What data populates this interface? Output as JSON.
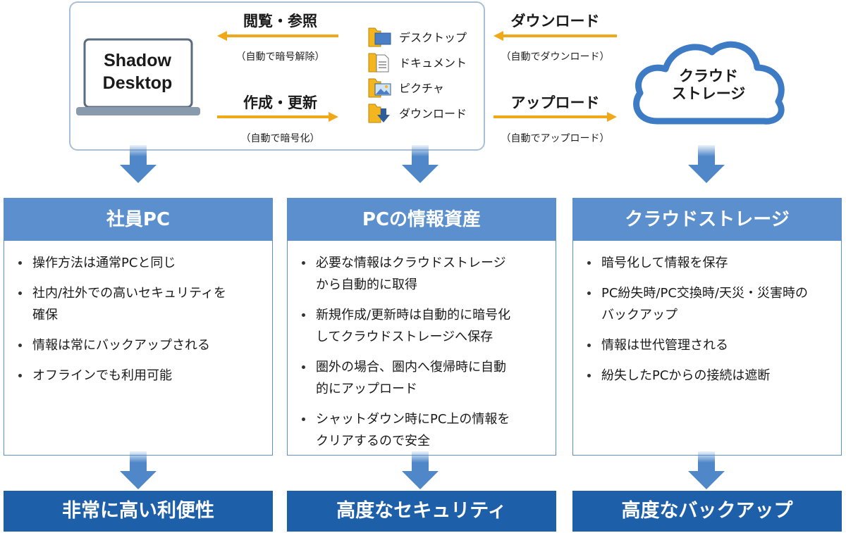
{
  "top": {
    "device_label": [
      "Shadow",
      "Desktop"
    ],
    "left_arrows": [
      {
        "title": "閲覧・参照",
        "note": "（自動で暗号解除）",
        "direction": "left"
      },
      {
        "title": "作成・更新",
        "note": "（自動で暗号化）",
        "direction": "right"
      }
    ],
    "folders": [
      {
        "label": "デスクトップ",
        "icon": "folder-desktop-icon"
      },
      {
        "label": "ドキュメント",
        "icon": "folder-document-icon"
      },
      {
        "label": "ピクチャ",
        "icon": "folder-picture-icon"
      },
      {
        "label": "ダウンロード",
        "icon": "folder-download-icon"
      }
    ],
    "right_arrows": [
      {
        "title": "ダウンロード",
        "note": "（自動でダウンロード）",
        "direction": "left"
      },
      {
        "title": "アップロード",
        "note": "（自動でアップロード）",
        "direction": "right"
      }
    ],
    "cloud_label": [
      "クラウド",
      "ストレージ"
    ]
  },
  "panels": [
    {
      "title": "社員PC",
      "items": [
        [
          "操作方法は通常PCと同じ"
        ],
        [
          "社内/社外での高いセキュリティを",
          "確保"
        ],
        [
          "情報は常にバックアップされる"
        ],
        [
          "オフラインでも利用可能"
        ]
      ],
      "result": "非常に高い利便性"
    },
    {
      "title": "PCの情報資産",
      "items": [
        [
          "必要な情報はクラウドストレージ",
          "から自動的に取得"
        ],
        [
          "新規作成/更新時は自動的に暗号化",
          "してクラウドストレージへ保存"
        ],
        [
          "圏外の場合、圏内へ復帰時に自動",
          "的にアップロード"
        ],
        [
          "シャットダウン時にPC上の情報を",
          "クリアするので安全"
        ]
      ],
      "result": "高度なセキュリティ"
    },
    {
      "title": "クラウドストレージ",
      "items": [
        [
          "暗号化して情報を保存"
        ],
        [
          "PC紛失時/PC交換時/天災・災害時の",
          "バックアップ"
        ],
        [
          "情報は世代管理される"
        ],
        [
          "紛失したPCからの接続は遮断"
        ]
      ],
      "result": "高度なバックアップ"
    }
  ],
  "colors": {
    "frame_border": "#a9bfd8",
    "arrow_orange": "#f0a818",
    "panel_blue": "#5b8fcd",
    "result_blue": "#1d5fa8",
    "down_arrow_blue": "#4f87c8",
    "folder_yellow": "#f3b61f",
    "cloud_border": "#3d7cc4"
  }
}
